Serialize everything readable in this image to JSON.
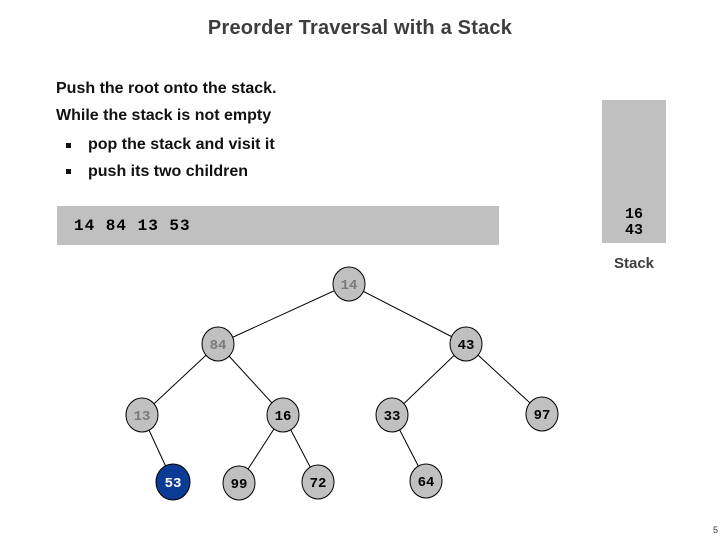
{
  "slide": {
    "title": "Preorder Traversal with a Stack",
    "page_number": "5"
  },
  "algorithm": {
    "line1": "Push the root onto the stack.",
    "line2": "While the stack is not empty",
    "bullets": [
      {
        "label": "pop the stack and visit it"
      },
      {
        "label": "push its two children"
      }
    ]
  },
  "output_box": {
    "visited_sequence": "14 84 13 53"
  },
  "stack_panel": {
    "label": "Stack",
    "items": [
      {
        "value": "16"
      },
      {
        "value": "43"
      }
    ]
  },
  "tree": {
    "nodes": [
      {
        "label": "14",
        "state": "visited"
      },
      {
        "label": "84",
        "state": "visited"
      },
      {
        "label": "43",
        "state": "unvisited"
      },
      {
        "label": "13",
        "state": "visited"
      },
      {
        "label": "16",
        "state": "unvisited"
      },
      {
        "label": "33",
        "state": "unvisited"
      },
      {
        "label": "97",
        "state": "unvisited"
      },
      {
        "label": "53",
        "state": "current"
      },
      {
        "label": "99",
        "state": "unvisited"
      },
      {
        "label": "72",
        "state": "unvisited"
      },
      {
        "label": "64",
        "state": "unvisited"
      }
    ],
    "edges": [
      "14-84",
      "14-43",
      "84-13",
      "84-16",
      "43-33",
      "43-97",
      "13-53",
      "16-99",
      "16-72",
      "33-64"
    ]
  },
  "colors": {
    "box_gray": "#c0c0c0",
    "node_fill": "#c0c0c0",
    "node_border": "#000000",
    "visited_text": "#7a7a7a",
    "current_node_fill": "#0a3c96",
    "current_node_text": "#ffffff",
    "title_text": "#3d3d3d"
  }
}
